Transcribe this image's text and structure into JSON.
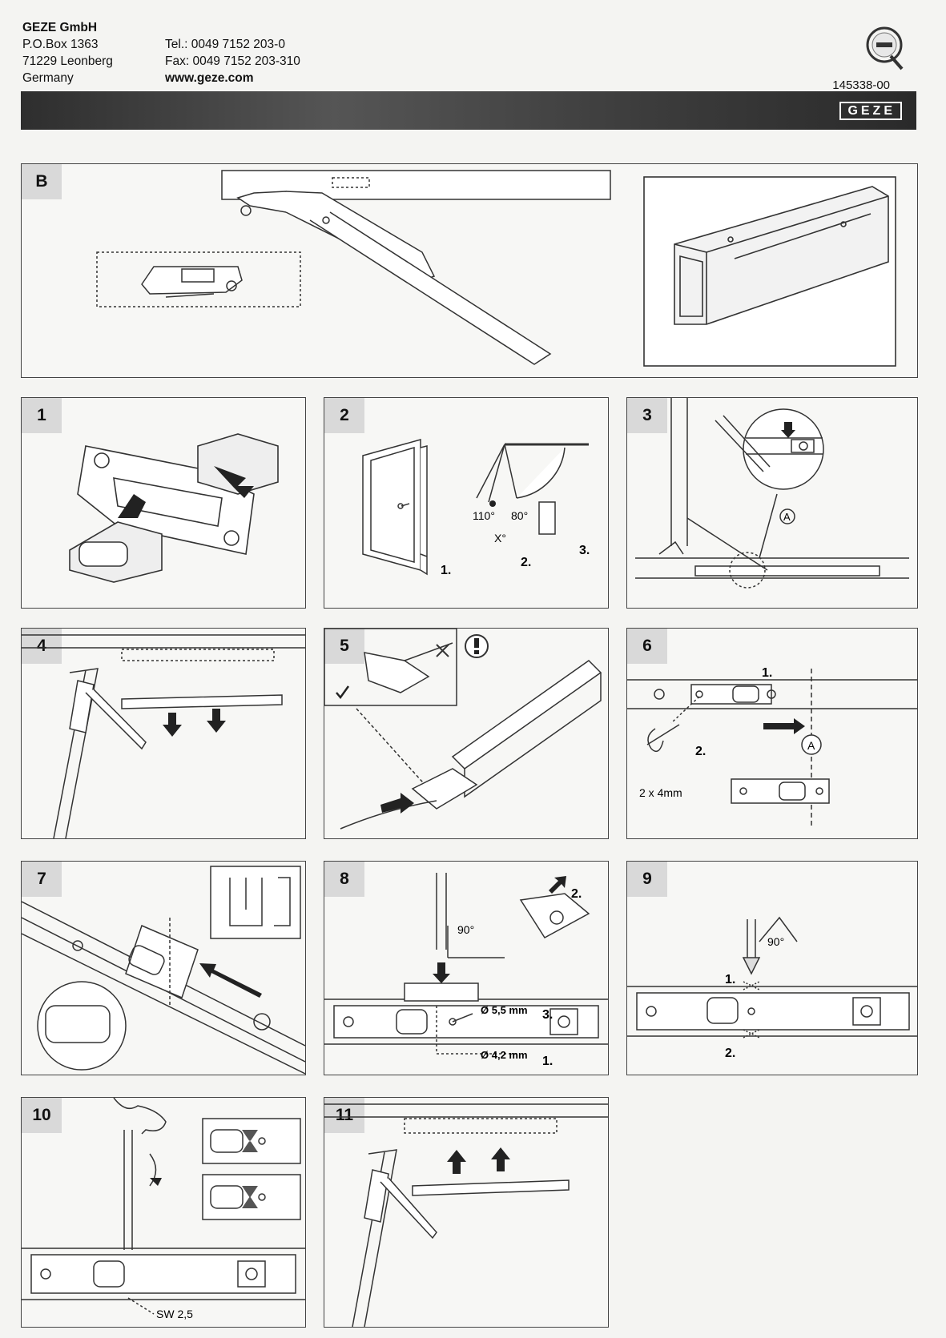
{
  "header": {
    "company": "GEZE GmbH",
    "address": [
      "P.O.Box 1363",
      "71229 Leonberg",
      "Germany"
    ],
    "tel": "Tel.: 0049 7152 203-0",
    "fax": "Fax: 0049 7152 203-310",
    "web": "www.geze.com",
    "document_number": "145338-00",
    "logo_text": "GEZE"
  },
  "steps": [
    {
      "id": "B"
    },
    {
      "id": "1"
    },
    {
      "id": "2",
      "angles": [
        "110°",
        "80°",
        "X°"
      ],
      "substeps": [
        "1.",
        "2.",
        "3."
      ]
    },
    {
      "id": "3",
      "marker": "A"
    },
    {
      "id": "4"
    },
    {
      "id": "5"
    },
    {
      "id": "6",
      "substeps": [
        "1.",
        "2."
      ],
      "marker": "A",
      "note": "2 x 4mm"
    },
    {
      "id": "7"
    },
    {
      "id": "8",
      "angle": "90°",
      "substeps": [
        "2.",
        "3.",
        "1."
      ],
      "drill_large": "Ø 5,5 mm",
      "drill_small": "Ø 4,2 mm"
    },
    {
      "id": "9",
      "angle": "90°",
      "substeps": [
        "1.",
        "2."
      ]
    },
    {
      "id": "10",
      "wrench": "SW 2,5"
    },
    {
      "id": "11"
    }
  ]
}
